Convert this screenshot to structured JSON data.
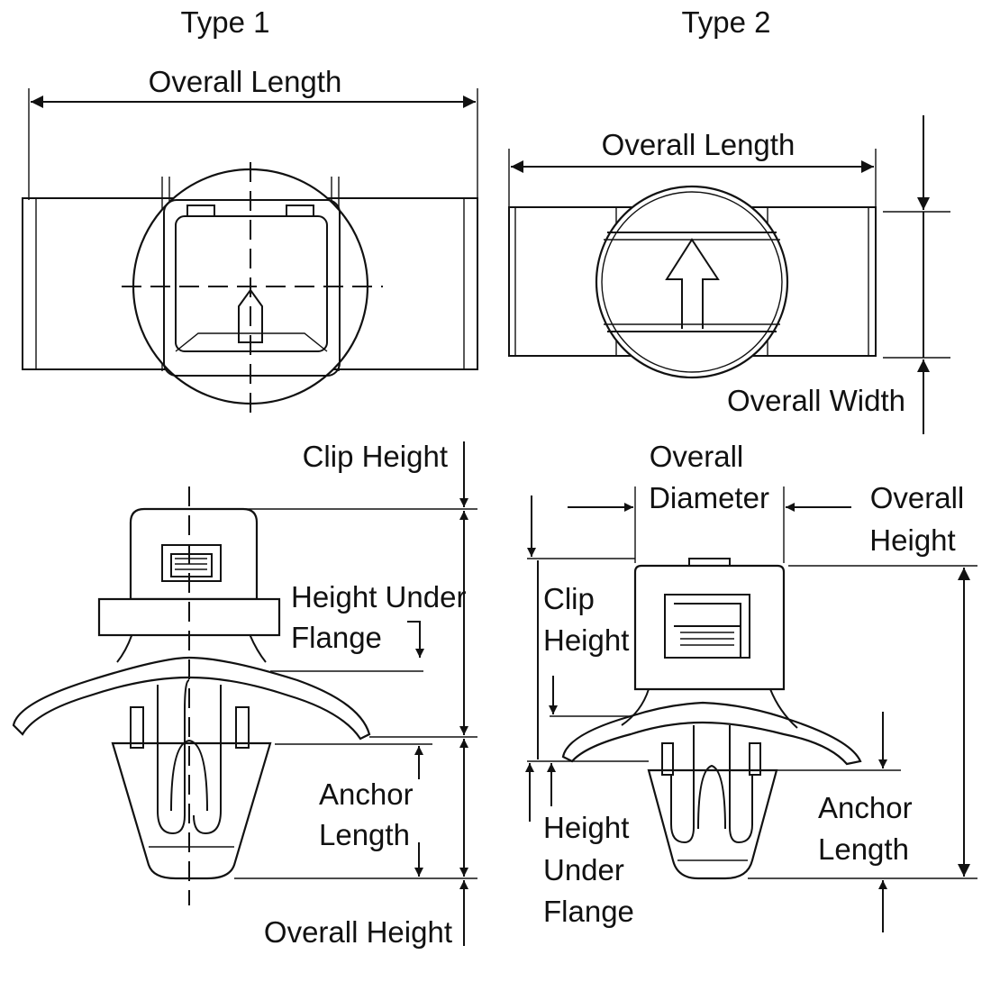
{
  "type1": {
    "title": "Type 1",
    "overall_length": "Overall Length",
    "clip_height": "Clip Height",
    "height_under_flange": [
      "Height Under",
      "Flange"
    ],
    "anchor_length": [
      "Anchor",
      "Length"
    ],
    "overall_height": "Overall Height"
  },
  "type2": {
    "title": "Type 2",
    "overall_length": "Overall Length",
    "overall_width": "Overall Width",
    "overall_diameter": [
      "Overall",
      "Diameter"
    ],
    "overall_height": [
      "Overall",
      "Height"
    ],
    "clip_height": [
      "Clip",
      "Height"
    ],
    "height_under_flange": [
      "Height",
      "Under",
      "Flange"
    ],
    "anchor_length": [
      "Anchor",
      "Length"
    ]
  }
}
